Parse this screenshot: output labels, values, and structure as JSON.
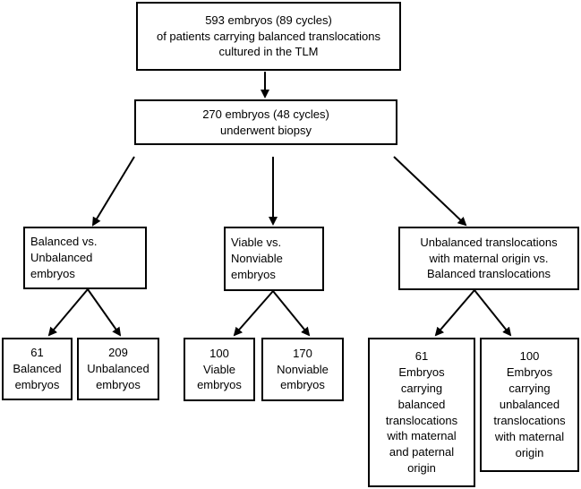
{
  "nodes": {
    "root": [
      "593 embryos (89 cycles)",
      "of patients carrying balanced translocations",
      "cultured in the TLM"
    ],
    "biopsy": [
      "270 embryos (48 cycles)",
      "underwent biopsy"
    ],
    "group_balanced": [
      "Balanced vs.",
      "Unbalanced",
      "embryos"
    ],
    "group_viable": [
      "Viable vs.",
      "Nonviable",
      "embryos"
    ],
    "group_maternal": [
      "Unbalanced translocations",
      "with maternal origin vs.",
      "Balanced translocations"
    ],
    "leaf_balanced": [
      "61",
      "Balanced",
      "embryos"
    ],
    "leaf_unbalanced": [
      "209",
      "Unbalanced",
      "embryos"
    ],
    "leaf_viable": [
      "100",
      "Viable",
      "embryos"
    ],
    "leaf_nonviable": [
      "170",
      "Nonviable",
      "embryos"
    ],
    "leaf_balanced_translocations": [
      "61",
      "Embryos",
      "carrying",
      "balanced",
      "translocations",
      "with maternal",
      "and paternal",
      "origin"
    ],
    "leaf_unbalanced_maternal": [
      "100",
      "Embryos",
      "carrying",
      "unbalanced",
      "translocations",
      "with maternal",
      "origin"
    ]
  }
}
